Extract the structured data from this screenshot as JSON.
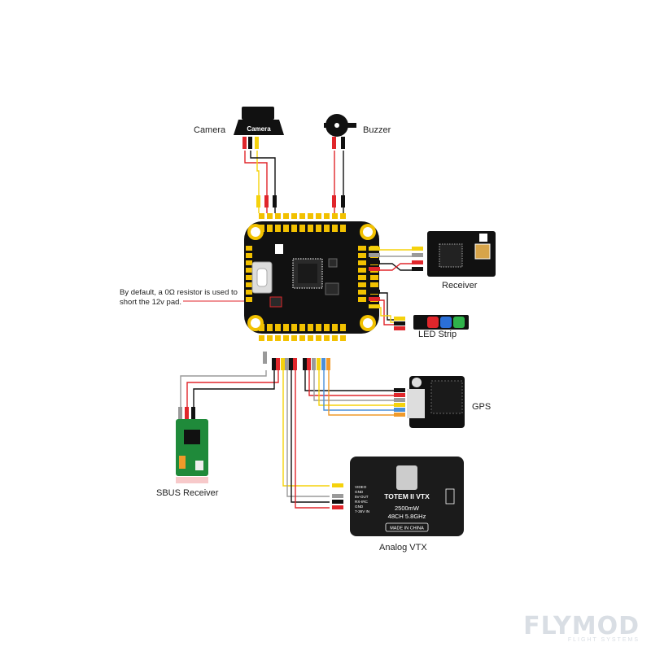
{
  "labels": {
    "camera": "Camera",
    "buzzer": "Buzzer",
    "receiver": "Receiver",
    "led_strip": "LED Strip",
    "gps": "GPS",
    "sbus_receiver": "SBUS Receiver",
    "analog_vtx": "Analog VTX"
  },
  "camera_body_text": "Camera",
  "resistor_note": "By default, a 0Ω resistor is used to short the 12v pad.",
  "vtx": {
    "brand": "TOTEM II VTX",
    "power": "2500mW",
    "channels": "48CH 5.8GHz",
    "origin": "MADE IN CHINA",
    "pins": [
      "VIDEO",
      "GND",
      "5V-OUT",
      "RX-IRC",
      "GND",
      "7-36V IN"
    ]
  },
  "watermark": {
    "brand": "FLYMOD",
    "tagline": "FLIGHT SYSTEMS"
  },
  "colors": {
    "pad": "#f2c100",
    "red": "#e0262b",
    "black": "#111111",
    "yellow": "#f5d20c",
    "gray": "#9a9a9a",
    "orange": "#f09a2a",
    "pcb": "#111111",
    "sbus_pcb": "#1f8a3a",
    "led_red": "#e0262b",
    "led_blue": "#2b6fd6",
    "led_green": "#2fb34a"
  }
}
